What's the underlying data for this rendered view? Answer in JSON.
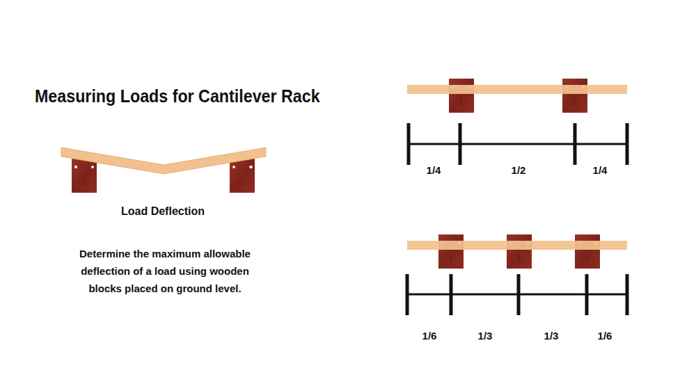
{
  "diagram": {
    "title": "Measuring Loads for Cantilever Rack",
    "labels": [
      "Load Deflection",
      "Determine the maximum allowable deflection of a load using wooden blocks placed on ground level.",
      "1/4",
      "1/2",
      "1/4",
      "1/6",
      "1/3",
      "1/3",
      "1/6"
    ]
  }
}
